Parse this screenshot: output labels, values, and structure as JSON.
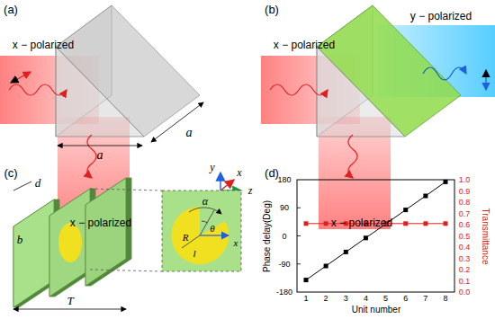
{
  "diagram": {
    "labels": [
      "(a)",
      "x − polarized",
      "x − polarized",
      "a",
      "a",
      "(b)",
      "x − polarized",
      "y − polarized",
      "x − polarized",
      "y",
      "x",
      "z",
      "(c)",
      "d",
      "b",
      "T",
      "α",
      "θ",
      "R",
      "l",
      "x",
      "(d)",
      "180",
      "90",
      "0",
      "-90",
      "-180",
      "Phase delay(Deg)",
      "1",
      "2",
      "3",
      "4",
      "5",
      "6",
      "7",
      "8",
      "Unit number",
      "1.0",
      "0.9",
      "0.8",
      "0.7",
      "0.6",
      "0.5",
      "0.4",
      "0.3",
      "0.2",
      "0.1",
      "0.0",
      "Transmittance"
    ]
  }
}
